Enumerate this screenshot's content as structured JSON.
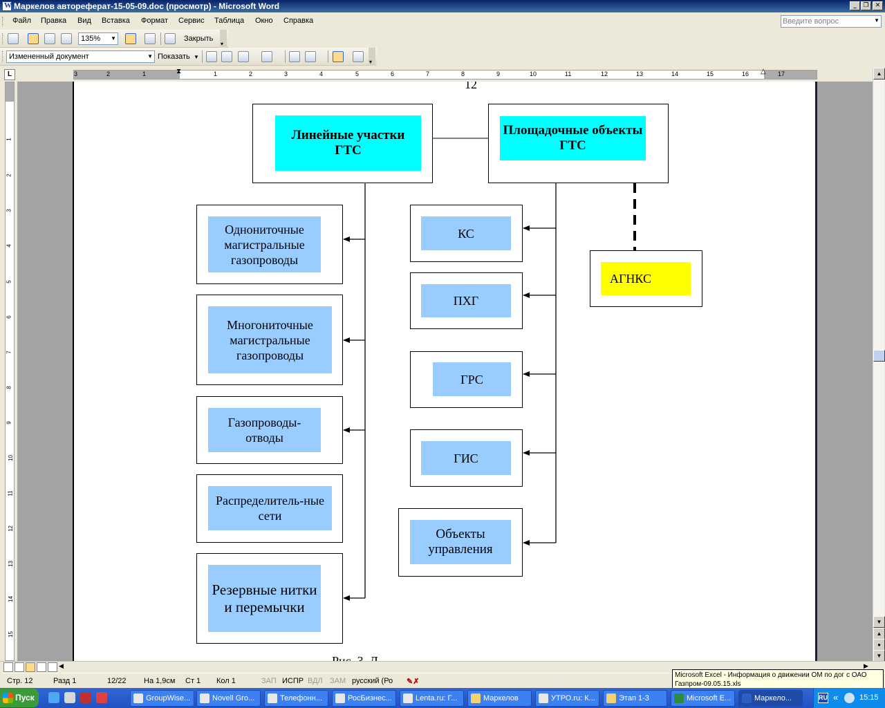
{
  "window": {
    "title": "Маркелов автореферат-15-05-09.doc (просмотр) - Microsoft Word",
    "controls": [
      "_",
      "❐",
      "✕"
    ]
  },
  "menu": {
    "items": [
      "Файл",
      "Правка",
      "Вид",
      "Вставка",
      "Формат",
      "Сервис",
      "Таблица",
      "Окно",
      "Справка"
    ],
    "ask_placeholder": "Введите вопрос"
  },
  "toolbar1": {
    "zoom": "135%",
    "close_label": "Закрыть"
  },
  "toolbar2": {
    "review_mode": "Измененный документ",
    "show_label": "Показать"
  },
  "ruler": {
    "h_numbers": [
      "3",
      "2",
      "1",
      "1",
      "2",
      "3",
      "4",
      "5",
      "6",
      "7",
      "8",
      "9",
      "10",
      "11",
      "12",
      "13",
      "14",
      "15",
      "16",
      "17"
    ],
    "v_numbers": [
      "1",
      "2",
      "3",
      "4",
      "5",
      "6",
      "7",
      "8",
      "9",
      "10",
      "11",
      "12",
      "13",
      "14",
      "15"
    ]
  },
  "document": {
    "page_number": "12",
    "caption": "Рис. 3. Л",
    "diagram": {
      "linear_header": "Линейные участки ГТС",
      "site_header": "Площадочные объекты ГТС",
      "left_items": [
        "Однониточные магистральные газопроводы",
        "Многониточные магистральные газопроводы",
        "Газопроводы-отводы",
        "Распределитель-ные сети",
        "Резервные нитки и перемычки"
      ],
      "right_items": [
        "КС",
        "ПХГ",
        "ГРС",
        "ГИС",
        "Объекты управления"
      ],
      "extra_item": "АГНКС"
    }
  },
  "status": {
    "page": "Стр. 12",
    "section": "Разд 1",
    "pages": "12/22",
    "at": "На 1,9см",
    "line": "Ст 1",
    "col": "Кол 1",
    "rec": "ЗАП",
    "trk": "ИСПР",
    "ext": "ВДЛ",
    "ovr": "ЗАМ",
    "language": "русский (Ро"
  },
  "tooltip": {
    "line1": "Microsoft Excel - Информация о движении ОМ по дог с ОАО",
    "line2": "Газпром-09.05.15.xls"
  },
  "taskbar": {
    "start": "Пуск",
    "tasks": [
      "GroupWise...",
      "Novell Gro...",
      "Телефонн...",
      "РосБизнес...",
      "Lenta.ru: Г...",
      "Маркелов",
      "УТРО.ru: К...",
      "Этап 1-3",
      "Microsoft E...",
      "Маркело..."
    ],
    "lang": "RU",
    "clock": "15:15",
    "chevron": "«"
  }
}
